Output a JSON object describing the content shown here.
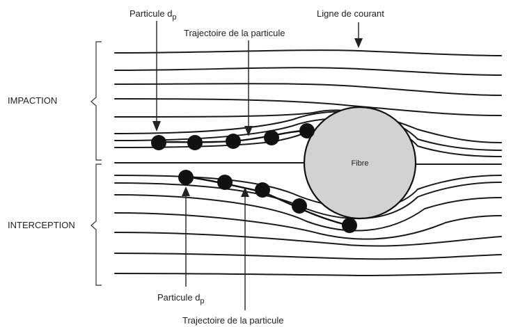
{
  "labels": {
    "particle_top_main": "Particule d",
    "particle_top_sub": "p",
    "trajectory_top": "Trajectoire de la particule",
    "streamline": "Ligne de courant",
    "impaction": "IMPACTION",
    "interception": "INTERCEPTION",
    "fibre": "Fibre",
    "particle_bottom_main": "Particule d",
    "particle_bottom_sub": "p",
    "trajectory_bottom": "Trajectoire de la particule"
  },
  "colors": {
    "fibre_fill": "#d2d2d2",
    "line": "#1a1a1a",
    "particle": "#111111"
  }
}
